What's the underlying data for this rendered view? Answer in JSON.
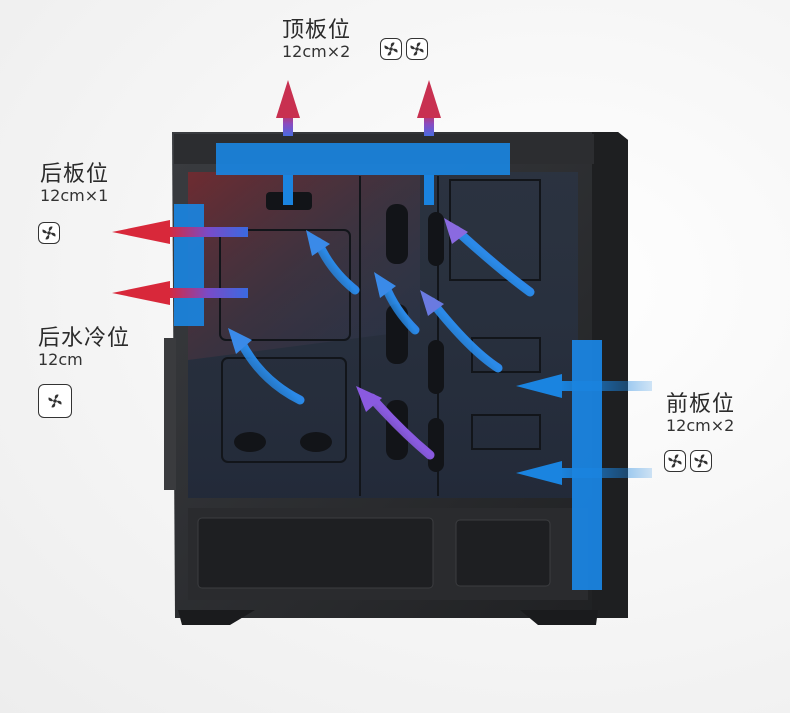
{
  "labels": {
    "top": {
      "title": "顶板位",
      "spec": "12cm×2",
      "fan_count": 2
    },
    "rear": {
      "title": "后板位",
      "spec": "12cm×1",
      "fan_count": 1
    },
    "rear_water": {
      "title": "后水冷位",
      "spec": "12cm",
      "fan_count": 1
    },
    "front": {
      "title": "前板位",
      "spec": "12cm×2",
      "fan_count": 2
    }
  },
  "colors": {
    "intake_blue": "#1a84e0",
    "exhaust_red": "#d02a4a",
    "exhaust_purple": "#6a4bd0",
    "case_dark": "#2a2b2d"
  },
  "icons": {
    "fan": "fan-icon"
  }
}
